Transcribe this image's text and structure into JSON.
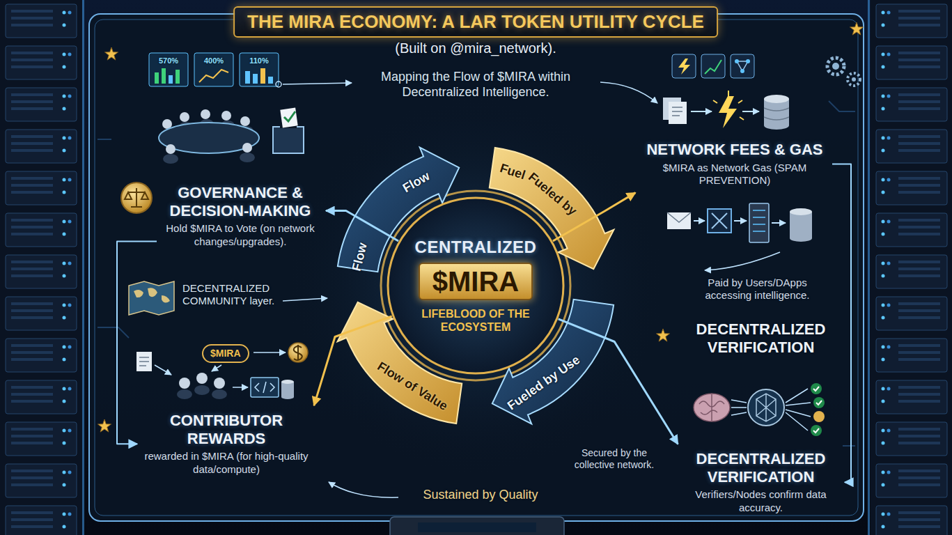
{
  "diagram": {
    "title": "THE MIRA ECONOMY: A LAR TOKEN UTILITY CYCLE",
    "nodes": [
      {
        "text": [
          "GOVERNANCE & DECISION-MAKING",
          "Hold $MIRA to Vote (on network changes/upgrades)."
        ]
      },
      {
        "text": [
          "NETWORK FEES & GAS",
          "$MIRA as Network Gas (SPAM PREVENTION)"
        ]
      },
      {
        "text": [
          "CENTRALIZED",
          "LIFEBLOOD OF THE ECOSYSTEM"
        ]
      },
      {
        "text": [
          "$MIRA"
        ],
        "in": 2
      },
      {
        "text": [
          "$MIRA"
        ]
      },
      {
        "text": [
          "CONTRIBUTOR REWARDS",
          "rewarded in $MIRA (for high-quality data/compute)"
        ]
      },
      {
        "text": [
          "DECENTRALIZED VERIFICATION",
          "Verifiers/Nodes confirm data accuracy."
        ]
      }
    ],
    "edges": [
      {
        "from": 2,
        "to": 0,
        "arrow": "to"
      },
      {
        "from": 2,
        "to": 1,
        "arrow": "to"
      },
      {
        "from": 2,
        "to": 6,
        "arrow": "to"
      },
      {
        "from": 2,
        "to": 5,
        "arrow": "to"
      },
      {
        "from": 0,
        "to": 5,
        "arrow": "to"
      },
      {
        "from": 1,
        "to": 6,
        "arrow": "to"
      }
    ],
    "labels": [
      "(Built on @mira_network).",
      "Mapping the Flow of $MIRA within Decentralized Intelligence.",
      "570%",
      "400%",
      "110%",
      "DECENTRALIZED COMMUNITY layer.",
      "Flow",
      "Flow",
      "Fuel",
      "Fueled by",
      "Fueled by Use",
      "Flow of Value",
      "Paid by Users/DApps accessing intelligence.",
      "DECENTRALIZED VERIFICATION",
      "Sustained by Quality",
      "Secured by the collective network."
    ]
  }
}
